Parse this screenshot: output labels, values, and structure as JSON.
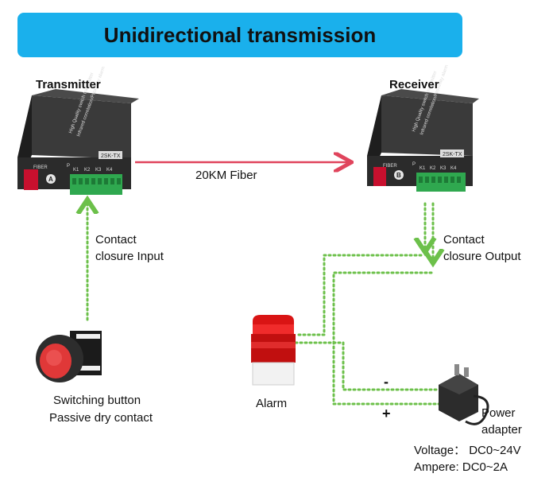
{
  "title": "Unidirectional transmission",
  "transmitter": {
    "label": "Transmitter",
    "device_text": "High Quality switch transmitter",
    "device_text2": "Infrared correlation/Proximity alarm",
    "model": "2SK-TX",
    "fiber_label": "FIBER",
    "port_letter": "A",
    "p_label": "P",
    "channels": [
      "K1",
      "K2",
      "K3",
      "K4"
    ]
  },
  "receiver": {
    "label": "Receiver",
    "device_text": "High Quality switch transmitter",
    "device_text2": "Infrared correlation/Proximity alarm",
    "model": "2SK-TX",
    "fiber_label": "FIBER",
    "port_letter": "B",
    "p_label": "P",
    "channels": [
      "K1",
      "K2",
      "K3",
      "K4"
    ]
  },
  "link": {
    "label": "20KM Fiber"
  },
  "input": {
    "line1": "Contact",
    "line2": "closure Input"
  },
  "output": {
    "line1": "Contact",
    "line2": "closure Output"
  },
  "button": {
    "line1": "Switching button",
    "line2": "Passive dry contact"
  },
  "alarm": {
    "label": "Alarm"
  },
  "power": {
    "line1": "Power",
    "line2": "adapter",
    "voltage": "Voltage： DC0~24V",
    "ampere": "Ampere: DC0~2A",
    "minus": "-",
    "plus": "+"
  },
  "colors": {
    "banner": "#1ab0ec",
    "fiber_arrow": "#e0445c",
    "wire": "#6cc04a",
    "terminal": "#2fa84f",
    "device": "#2b2b2b",
    "alarm_red": "#d91414"
  }
}
